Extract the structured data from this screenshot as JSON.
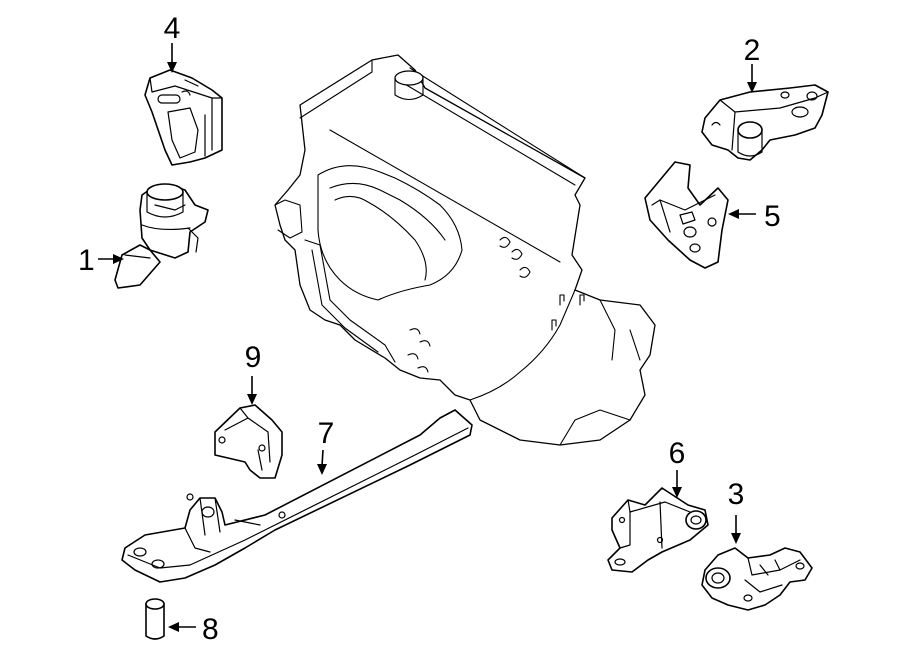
{
  "callouts": [
    {
      "id": "part-1",
      "label": "1"
    },
    {
      "id": "part-2",
      "label": "2"
    },
    {
      "id": "part-3",
      "label": "3"
    },
    {
      "id": "part-4",
      "label": "4"
    },
    {
      "id": "part-5",
      "label": "5"
    },
    {
      "id": "part-6",
      "label": "6"
    },
    {
      "id": "part-7",
      "label": "7"
    },
    {
      "id": "part-8",
      "label": "8"
    },
    {
      "id": "part-9",
      "label": "9"
    }
  ],
  "colors": {
    "line": "#000000",
    "background": "#ffffff"
  }
}
